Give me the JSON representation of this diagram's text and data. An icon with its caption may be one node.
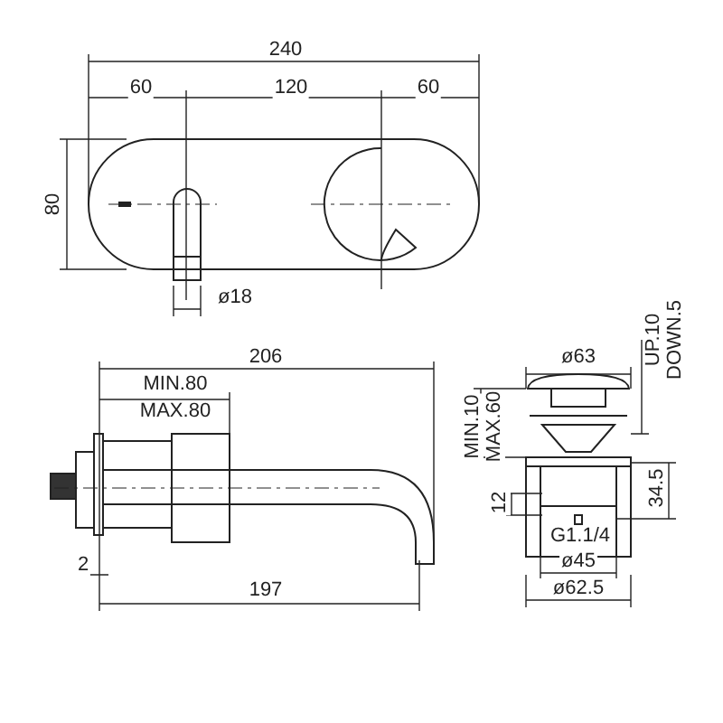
{
  "diagram": {
    "labels": [
      "240",
      "60",
      "120",
      "60",
      "80",
      "ø18",
      "206",
      "MIN.80",
      "MAX.80",
      "UP.10",
      "DOWN.5",
      "ø63",
      "MIN.10",
      "MAX.60",
      "12",
      "34.5",
      "G1.1/4",
      "2",
      "ø45",
      "197",
      "ø62.5"
    ]
  }
}
